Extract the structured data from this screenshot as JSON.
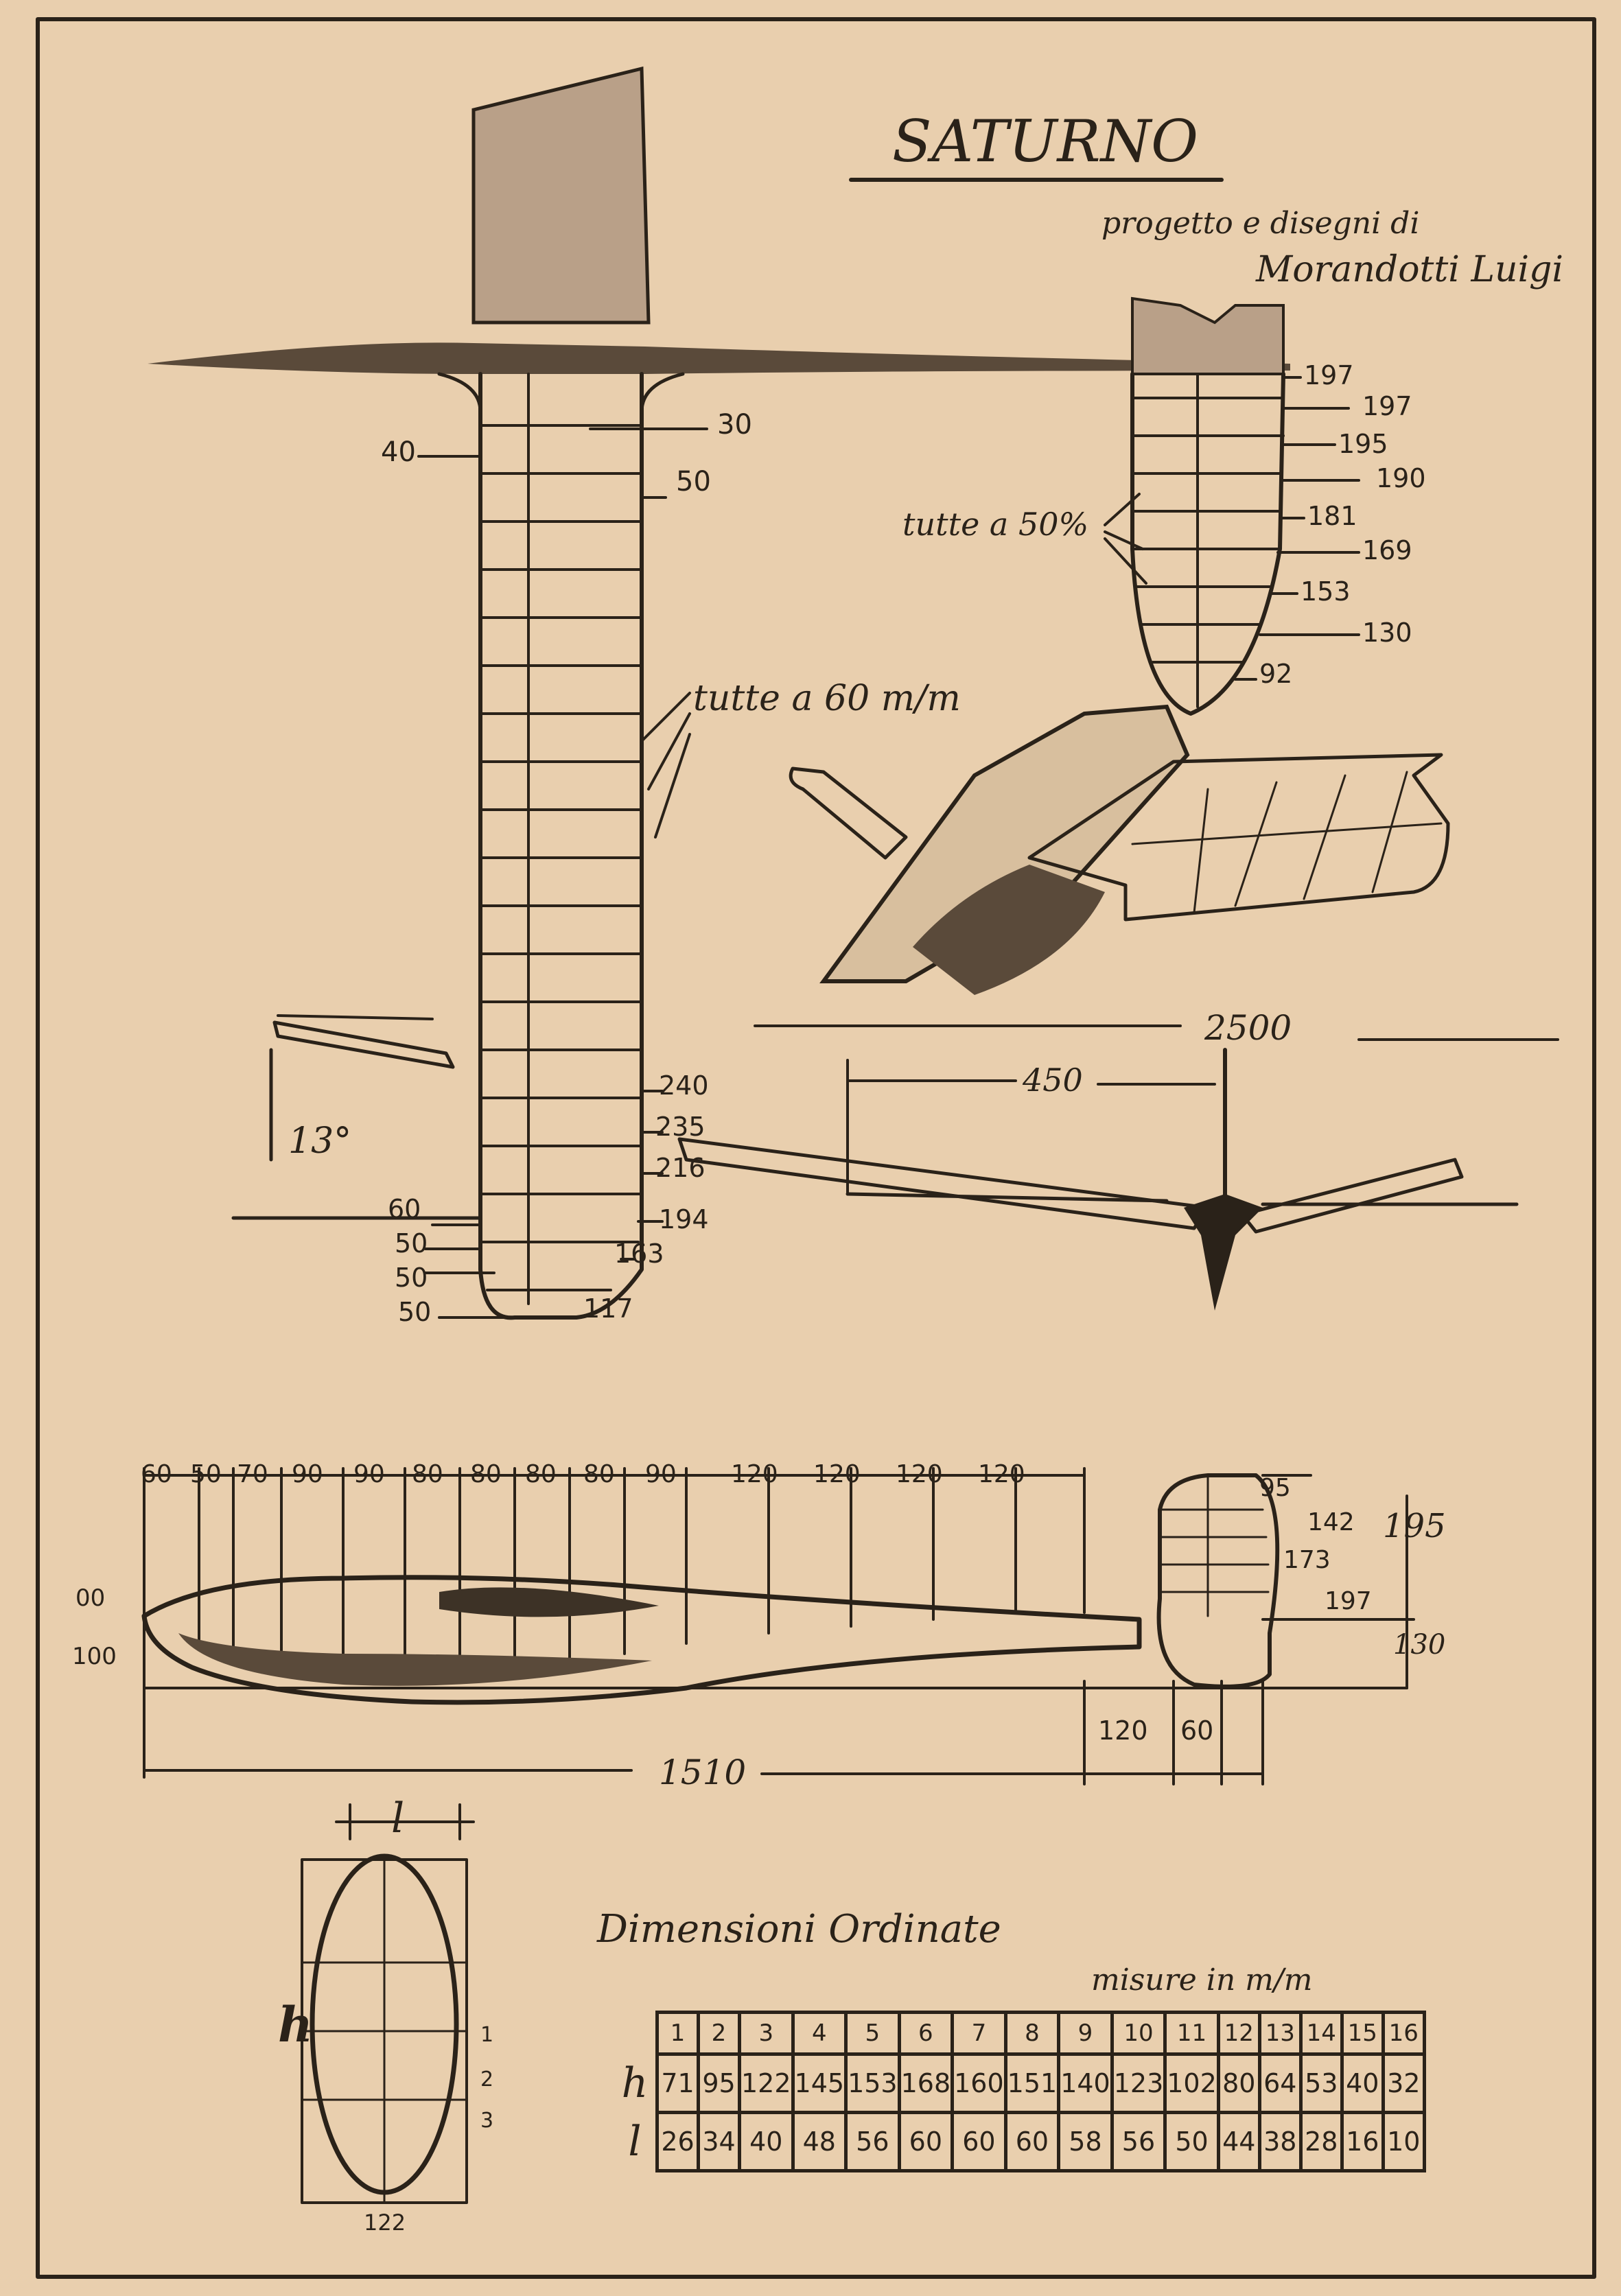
{
  "title": "SATURNO",
  "credit": "progetto e disegni di",
  "author": "Morandotti Luigi",
  "wing": {
    "chord_labels": [
      "40",
      "30",
      "50"
    ],
    "rib_note": "tutte a 60 m/m",
    "tip_chords": [
      "240",
      "235",
      "216",
      "194",
      "163",
      "117"
    ],
    "tip_offsets": [
      "60",
      "50",
      "50",
      "50"
    ]
  },
  "tail": {
    "chords": [
      "197",
      "197",
      "195",
      "190",
      "181",
      "169",
      "153",
      "130",
      "92"
    ],
    "rib_note": "tutte a 50%"
  },
  "dihedral": {
    "angle": "13°"
  },
  "front_view": {
    "span": "2500",
    "center_span": "450"
  },
  "fuselage": {
    "stations": [
      "60",
      "50",
      "70",
      "90",
      "90",
      "80",
      "80",
      "80",
      "80",
      "90",
      "120",
      "120",
      "120",
      "120"
    ],
    "nose_labels": [
      "00",
      "100"
    ],
    "length": "1510",
    "tail_dims": [
      "120",
      "60"
    ],
    "fin_labels": [
      "95",
      "142",
      "173",
      "197"
    ],
    "fin_height": "195",
    "fin_lower": "130"
  },
  "section": {
    "width_label": "l",
    "height_label": "h",
    "marks": [
      "1",
      "2",
      "3"
    ],
    "bottom": "122"
  },
  "ordinates": {
    "title": "Dimensioni Ordinate",
    "units": "misure in m/m",
    "columns": [
      "1",
      "2",
      "3",
      "4",
      "5",
      "6",
      "7",
      "8",
      "9",
      "10",
      "11",
      "12",
      "13",
      "14",
      "15",
      "16"
    ],
    "rows": [
      {
        "label": "h",
        "values": [
          "71",
          "95",
          "122",
          "145",
          "153",
          "168",
          "160",
          "151",
          "140",
          "123",
          "102",
          "80",
          "64",
          "53",
          "40",
          "32"
        ]
      },
      {
        "label": "l",
        "values": [
          "26",
          "34",
          "40",
          "48",
          "56",
          "60",
          "60",
          "60",
          "58",
          "56",
          "50",
          "44",
          "38",
          "28",
          "16",
          "10"
        ]
      }
    ]
  }
}
